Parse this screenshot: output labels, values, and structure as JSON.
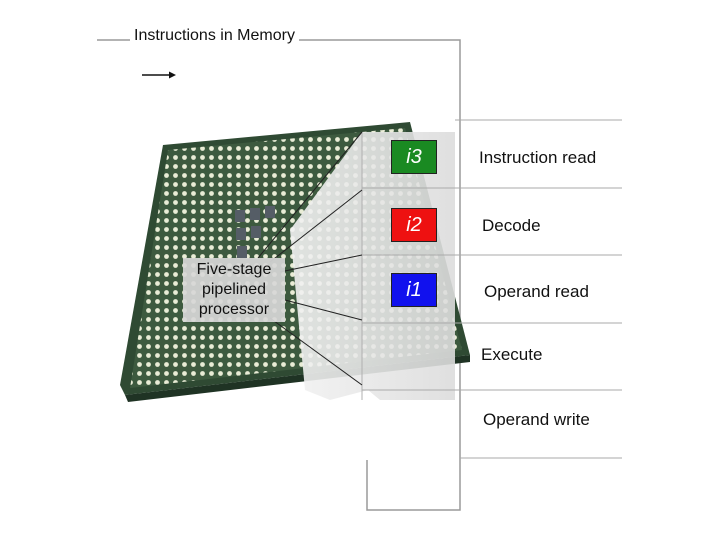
{
  "memory": {
    "title": "Instructions in Memory"
  },
  "processor": {
    "label_lines": [
      "Five-stage",
      "pipelined",
      "processor"
    ]
  },
  "instructions": [
    {
      "label": "i3",
      "color": "#1a8a22"
    },
    {
      "label": "i2",
      "color": "#ee1111"
    },
    {
      "label": "i1",
      "color": "#1111ee"
    }
  ],
  "stages": [
    {
      "label": "Instruction read"
    },
    {
      "label": "Decode"
    },
    {
      "label": "Operand read"
    },
    {
      "label": "Execute"
    },
    {
      "label": "Operand write"
    }
  ]
}
